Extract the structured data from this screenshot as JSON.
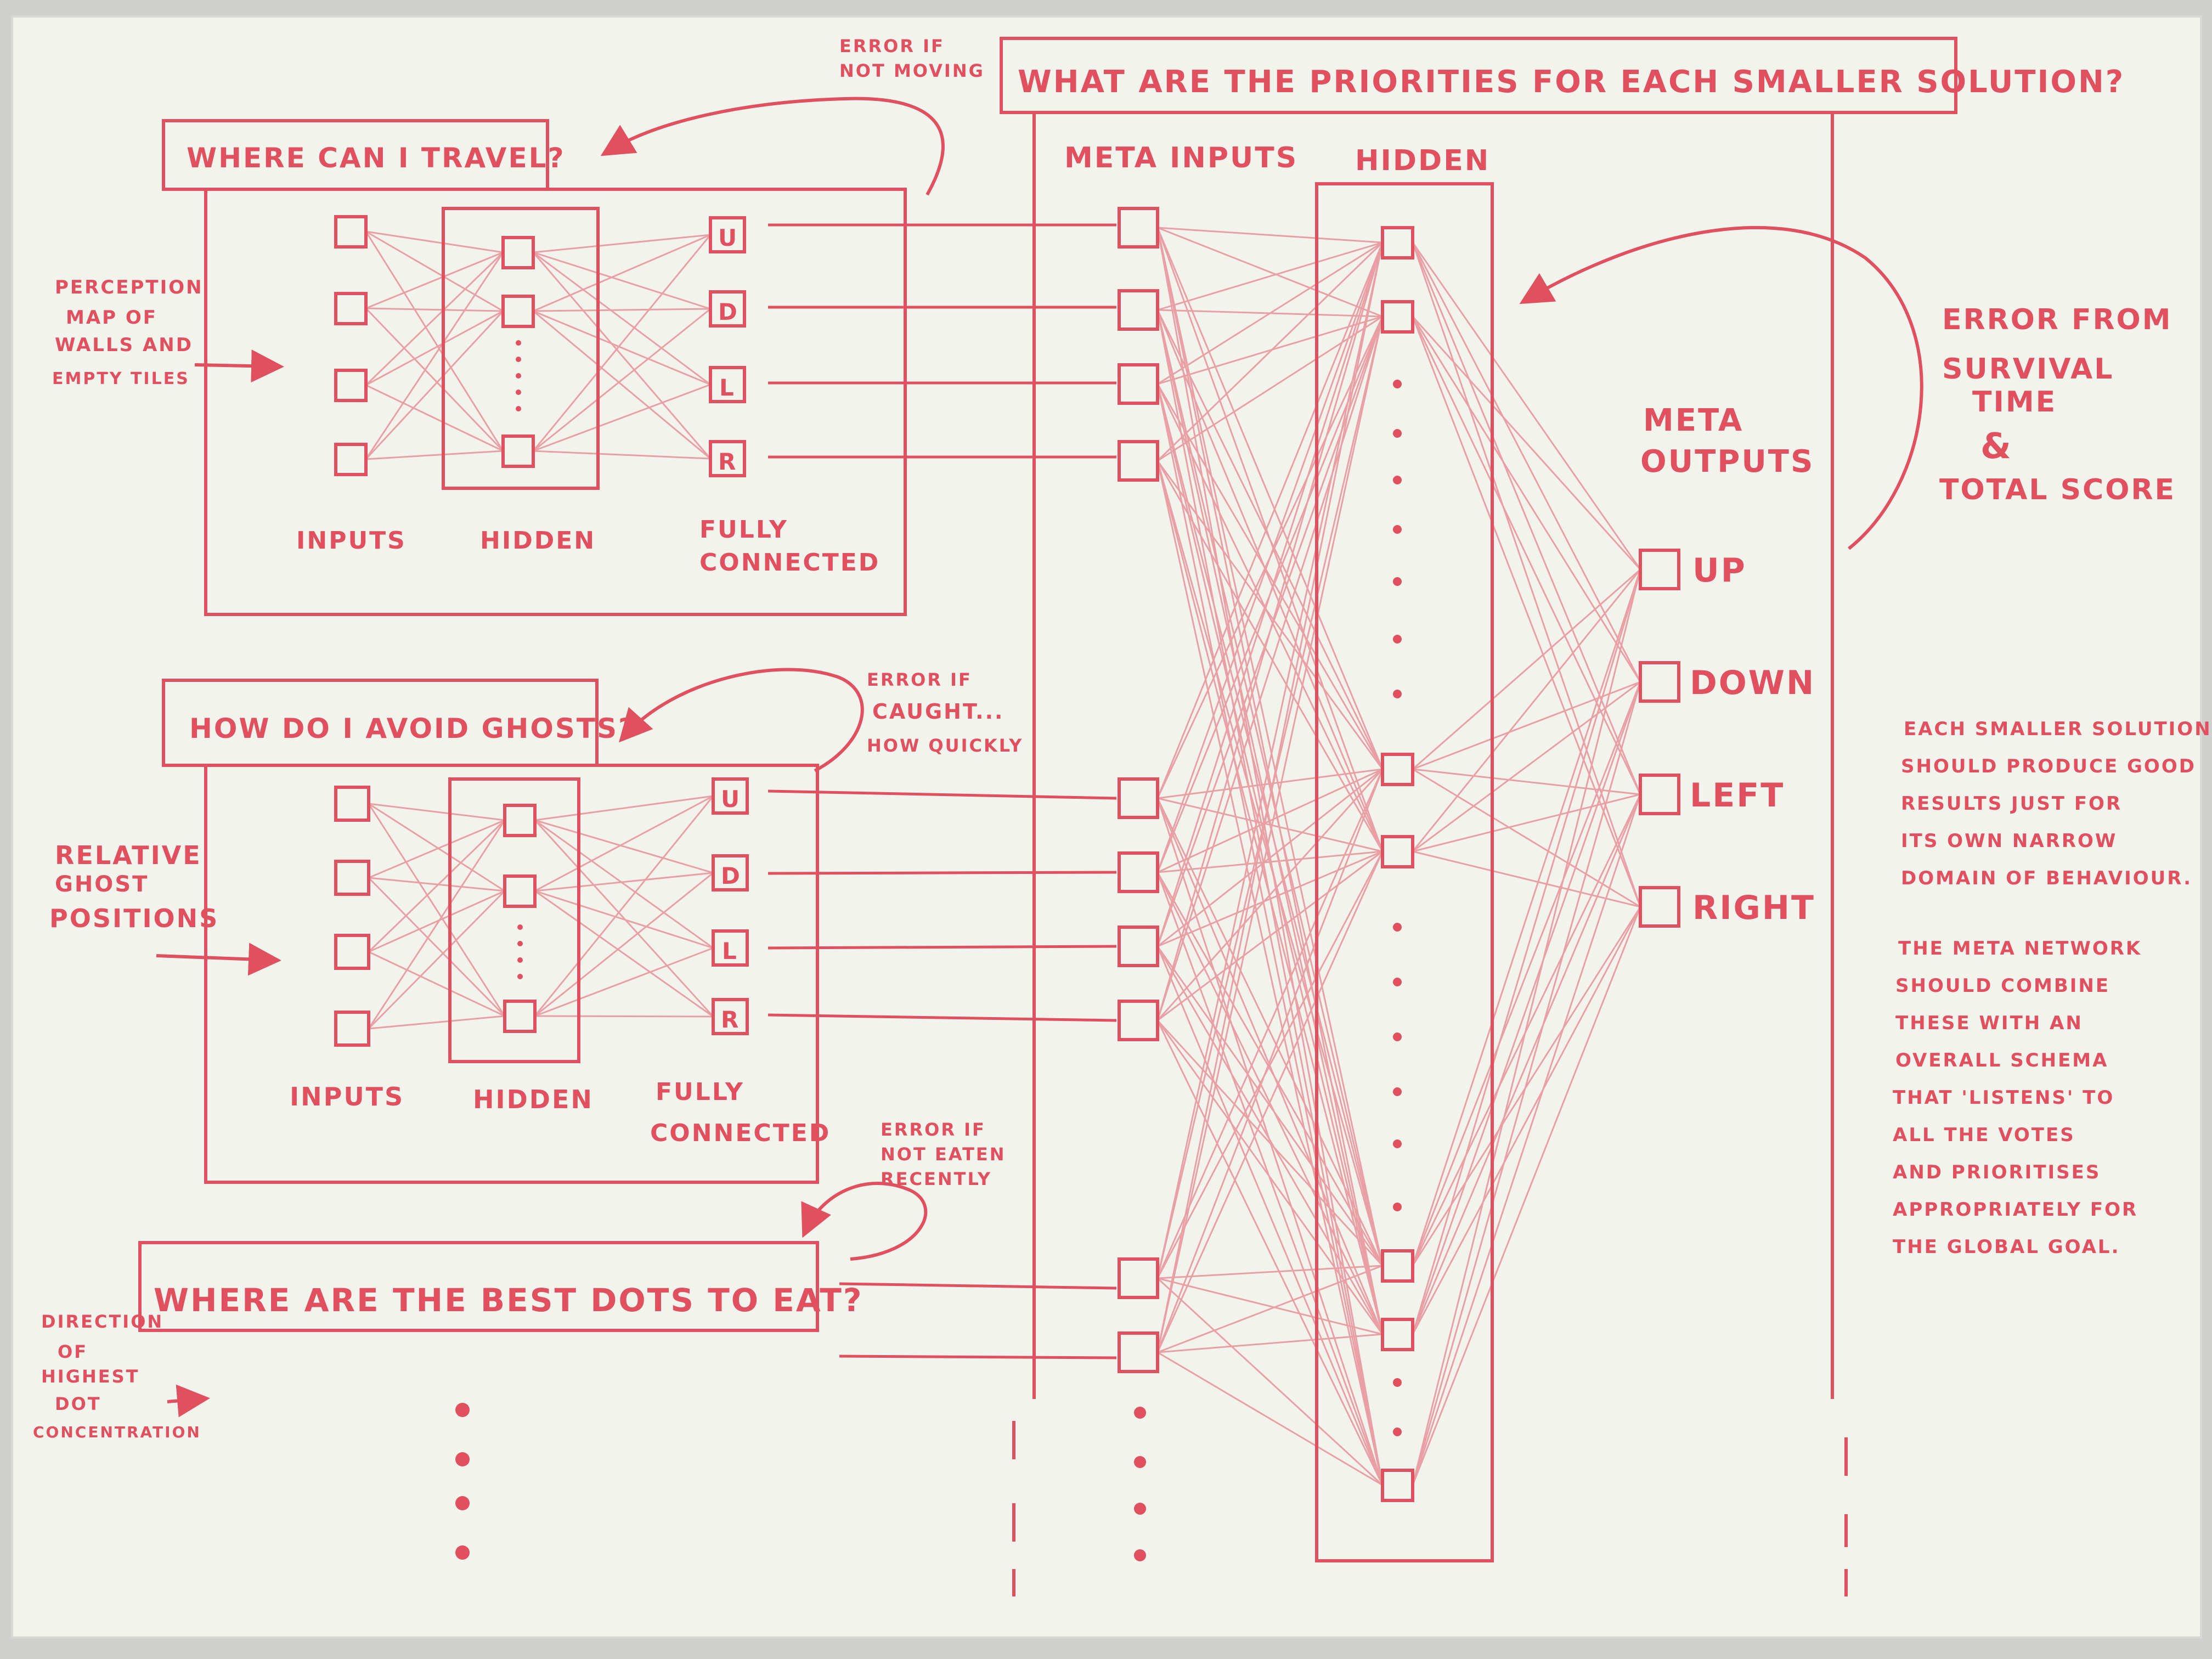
{
  "colors": {
    "ink": "#e0505e",
    "board": "#f3f3ee",
    "frame": "#cfcfcd"
  },
  "meta": {
    "title": "WHAT ARE THE PRIORITIES FOR EACH SMALLER SOLUTION?",
    "inputs_label": "META INPUTS",
    "hidden_label": "HIDDEN",
    "outputs_label": [
      "META",
      "OUTPUTS"
    ],
    "outputs": [
      "UP",
      "DOWN",
      "LEFT",
      "RIGHT"
    ],
    "error_note": [
      "ERROR FROM",
      "SURVIVAL",
      "TIME",
      "&",
      "TOTAL SCORE"
    ]
  },
  "net1": {
    "question": "WHERE CAN I TRAVEL?",
    "error_note": [
      "ERROR IF",
      "NOT MOVING"
    ],
    "input_note": [
      "PERCEPTION",
      "MAP OF",
      "WALLS AND",
      "EMPTY TILES"
    ],
    "label_inputs": "INPUTS",
    "label_hidden": "HIDDEN",
    "label_fc": [
      "FULLY",
      "CONNECTED"
    ],
    "outputs": [
      "U",
      "D",
      "L",
      "R"
    ]
  },
  "net2": {
    "question": "HOW DO I AVOID GHOSTS?",
    "error_note": [
      "ERROR IF",
      "CAUGHT...",
      "HOW QUICKLY"
    ],
    "input_note": [
      "RELATIVE",
      "GHOST",
      "POSITIONS"
    ],
    "label_inputs": "INPUTS",
    "label_hidden": "HIDDEN",
    "label_fc": [
      "FULLY",
      "CONNECTED"
    ],
    "outputs": [
      "U",
      "D",
      "L",
      "R"
    ]
  },
  "net3": {
    "question": "WHERE ARE THE BEST DOTS TO EAT?",
    "error_note": [
      "ERROR IF",
      "NOT EATEN",
      "RECENTLY"
    ],
    "input_note": [
      "DIRECTION",
      "OF",
      "HIGHEST",
      "DOT",
      "CONCENTRATION"
    ]
  },
  "notes": [
    "EACH SMALLER SOLUTION",
    "SHOULD PRODUCE GOOD",
    "RESULTS JUST FOR",
    "ITS OWN NARROW",
    "DOMAIN OF BEHAVIOUR.",
    "",
    "THE META NETWORK",
    "SHOULD COMBINE",
    "THESE WITH AN",
    "OVERALL SCHEMA",
    "THAT 'LISTENS' TO",
    "ALL THE VOTES",
    "AND PRIORITISES",
    "APPROPRIATELY FOR",
    "THE GLOBAL GOAL."
  ]
}
